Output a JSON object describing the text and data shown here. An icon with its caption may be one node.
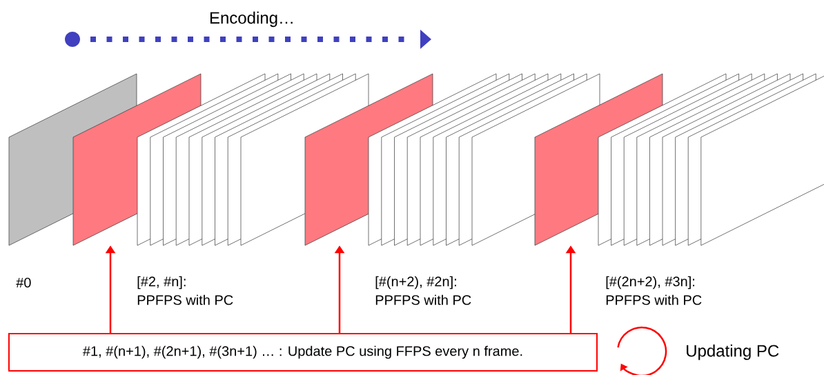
{
  "diagram": {
    "nodes": [
      {
        "text": [],
        "shape": "parallelogram"
      },
      {
        "text": [],
        "shape": "parallelogram"
      },
      {
        "text": [],
        "shape": "parallelogram"
      },
      {
        "text": [
          "#1, #(n+1), #(2n+1), #(3n+1) … : Update PC using FFPS every n frame."
        ]
      }
    ],
    "edges": [
      {
        "from": 3,
        "to": 0,
        "arrow": "to"
      },
      {
        "from": 3,
        "to": 1,
        "arrow": "to"
      },
      {
        "from": 3,
        "to": 2,
        "arrow": "to"
      }
    ],
    "labels": [
      "Encoding…",
      "#0",
      "[#2, #n]:",
      "PPFPS with PC",
      "[#(n+2), #2n]:",
      "PPFPS with PC",
      "[#(2n+2), #3n]:",
      "PPFPS with PC",
      "Updating PC"
    ]
  }
}
